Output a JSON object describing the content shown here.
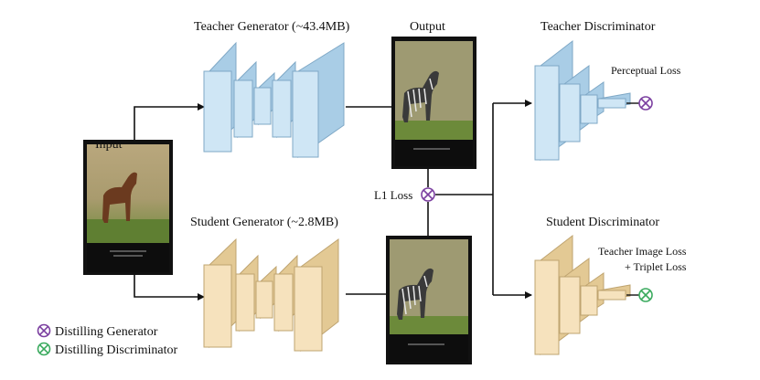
{
  "diagram": {
    "input_label": "Input",
    "output_label": "Output",
    "teacher_generator_label": "Teacher Generator (~43.4MB)",
    "student_generator_label": "Student Generator (~2.8MB)",
    "teacher_discriminator_label": "Teacher Discriminator",
    "student_discriminator_label": "Student Discriminator",
    "l1_loss_label": "L1 Loss",
    "perceptual_loss_label": "Perceptual Loss",
    "teacher_image_loss_label": "Teacher Image Loss",
    "triplet_loss_label": "+ Triplet Loss"
  },
  "legend": {
    "distilling_generator": "Distilling Generator",
    "distilling_discriminator": "Distilling Discriminator"
  },
  "colors": {
    "teacher_block": "#cfe6f5",
    "teacher_block_side": "#a9cde6",
    "student_block": "#f6e2bd",
    "student_block_side": "#e3c994",
    "generator_loss": "#7b3fa0",
    "discriminator_loss": "#3aaa5e"
  },
  "icons": {
    "generator_loss_icon": "circle-times-purple",
    "discriminator_loss_icon": "circle-times-green"
  }
}
